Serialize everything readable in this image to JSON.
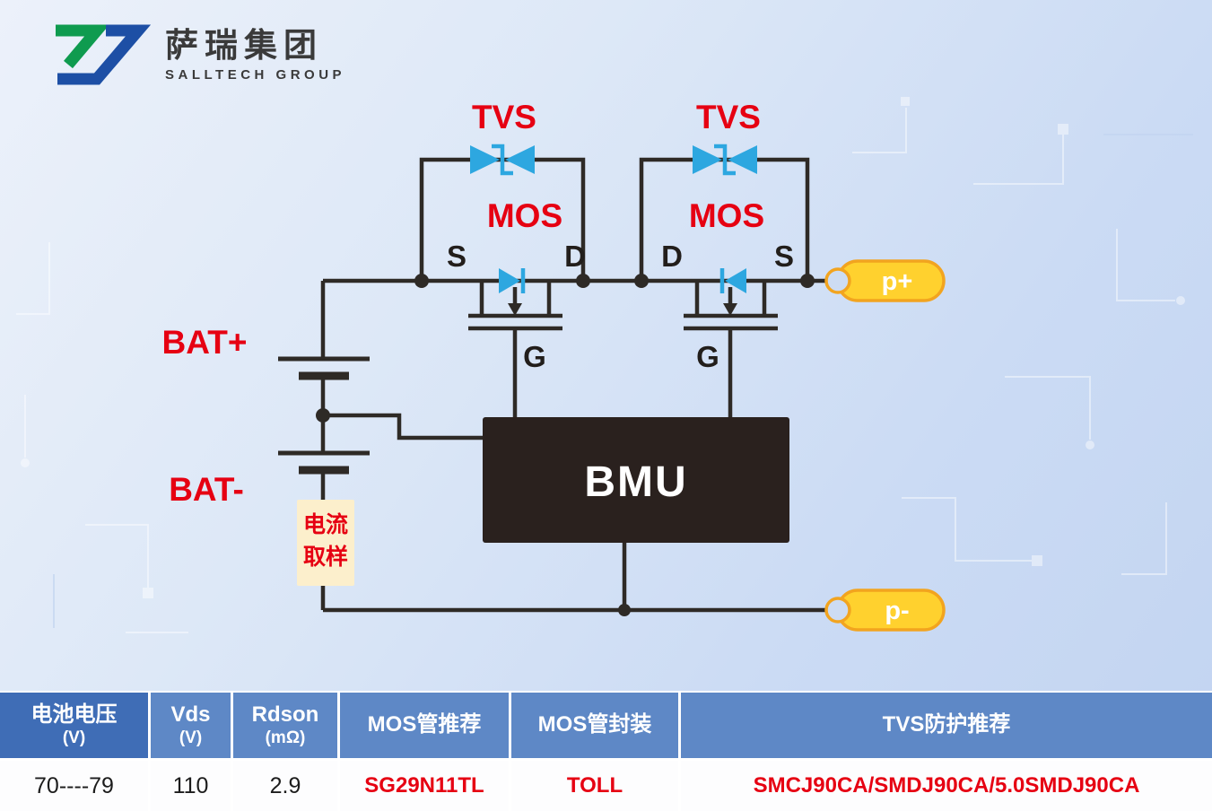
{
  "logo": {
    "cn": "萨瑞集团",
    "en": "SALLTECH GROUP"
  },
  "colors": {
    "label-red": "#e60012",
    "diode-blue": "#2da7e0",
    "wire-dark": "#2e2a26",
    "tag-yellow": "#ffd12e",
    "tag-orange": "#f2a41f",
    "bmu-dark": "#2a211e",
    "header-blue": "#5e88c6",
    "header-blue-dark": "#3f6db6"
  },
  "diagram": {
    "tvs_left": "TVS",
    "tvs_right": "TVS",
    "mos_left": "MOS",
    "mos_right": "MOS",
    "s_left": "S",
    "d_left": "D",
    "d_right": "D",
    "s_right": "S",
    "g_left": "G",
    "g_right": "G",
    "bat_plus": "BAT+",
    "bat_minus": "BAT-",
    "bmu": "BMU",
    "current_sample_line1": "电流",
    "current_sample_line2": "取样",
    "p_plus": "p+",
    "p_minus": "p-"
  },
  "table": {
    "headers": [
      {
        "line1": "电池电压",
        "line2": "(V)"
      },
      {
        "line1": "Vds",
        "line2": "(V)"
      },
      {
        "line1": "Rdson",
        "line2": "(mΩ)"
      },
      {
        "line1": "MOS管推荐",
        "line2": ""
      },
      {
        "line1": "MOS管封装",
        "line2": ""
      },
      {
        "line1": "TVS防护推荐",
        "line2": ""
      }
    ],
    "row": [
      "70----79",
      "110",
      "2.9",
      "SG29N11TL",
      "TOLL",
      "SMCJ90CA/SMDJ90CA/5.0SMDJ90CA"
    ]
  }
}
